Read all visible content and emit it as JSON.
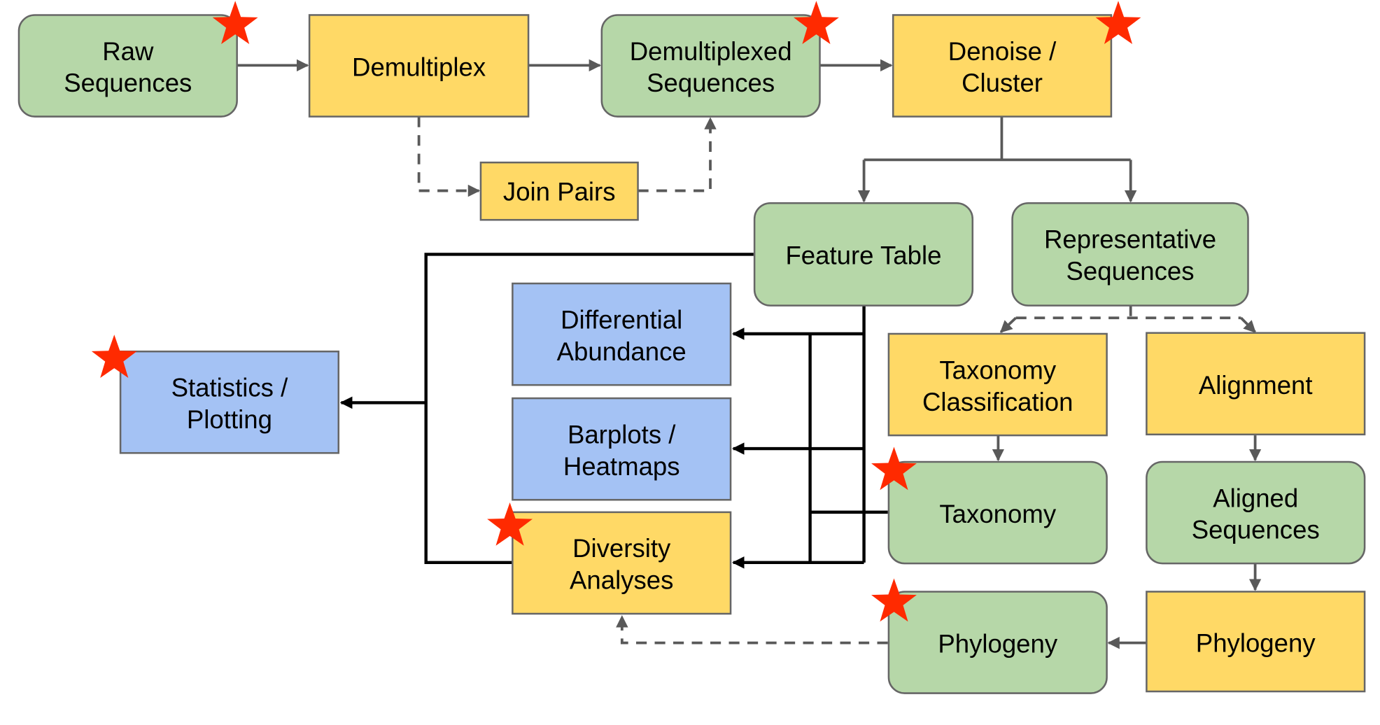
{
  "diagram": {
    "colors": {
      "artifact": "#b6d7a8",
      "action": "#ffd966",
      "visualization": "#a4c2f4",
      "star": "#ff2a00",
      "connector": "#595959",
      "analysis_connector": "#000000"
    },
    "nodes": {
      "raw_sequences": {
        "lines": [
          "Raw",
          "Sequences"
        ],
        "type": "artifact",
        "starred": true
      },
      "demultiplex": {
        "lines": [
          "Demultiplex"
        ],
        "type": "action",
        "starred": false
      },
      "join_pairs": {
        "lines": [
          "Join Pairs"
        ],
        "type": "action",
        "starred": false
      },
      "demultiplexed_sequences": {
        "lines": [
          "Demultiplexed",
          "Sequences"
        ],
        "type": "artifact",
        "starred": true
      },
      "denoise_cluster": {
        "lines": [
          "Denoise /",
          "Cluster"
        ],
        "type": "action",
        "starred": true
      },
      "feature_table": {
        "lines": [
          "Feature Table"
        ],
        "type": "artifact",
        "starred": false
      },
      "representative_sequences": {
        "lines": [
          "Representative",
          "Sequences"
        ],
        "type": "artifact",
        "starred": false
      },
      "differential_abundance": {
        "lines": [
          "Differential",
          "Abundance"
        ],
        "type": "visualization",
        "starred": false
      },
      "barplots_heatmaps": {
        "lines": [
          "Barplots /",
          "Heatmaps"
        ],
        "type": "visualization",
        "starred": false
      },
      "diversity_analyses": {
        "lines": [
          "Diversity",
          "Analyses"
        ],
        "type": "action",
        "starred": true
      },
      "statistics_plotting": {
        "lines": [
          "Statistics /",
          "Plotting"
        ],
        "type": "visualization",
        "starred": true
      },
      "taxonomy_classification": {
        "lines": [
          "Taxonomy",
          "Classification"
        ],
        "type": "action",
        "starred": false
      },
      "taxonomy": {
        "lines": [
          "Taxonomy"
        ],
        "type": "artifact",
        "starred": true
      },
      "alignment": {
        "lines": [
          "Alignment"
        ],
        "type": "action",
        "starred": false
      },
      "aligned_sequences": {
        "lines": [
          "Aligned",
          "Sequences"
        ],
        "type": "artifact",
        "starred": false
      },
      "phylogeny_action": {
        "lines": [
          "Phylogeny"
        ],
        "type": "action",
        "starred": false
      },
      "phylogeny_artifact": {
        "lines": [
          "Phylogeny"
        ],
        "type": "artifact",
        "starred": true
      }
    },
    "edges": [
      {
        "from": "raw_sequences",
        "to": "demultiplex",
        "style": "solid"
      },
      {
        "from": "demultiplex",
        "to": "demultiplexed_sequences",
        "style": "solid"
      },
      {
        "from": "demultiplex",
        "to": "join_pairs",
        "style": "dashed"
      },
      {
        "from": "join_pairs",
        "to": "demultiplexed_sequences",
        "style": "dashed"
      },
      {
        "from": "demultiplexed_sequences",
        "to": "denoise_cluster",
        "style": "solid"
      },
      {
        "from": "denoise_cluster",
        "to": "feature_table",
        "style": "solid"
      },
      {
        "from": "denoise_cluster",
        "to": "representative_sequences",
        "style": "solid"
      },
      {
        "from": "representative_sequences",
        "to": "taxonomy_classification",
        "style": "dashed"
      },
      {
        "from": "representative_sequences",
        "to": "alignment",
        "style": "dashed"
      },
      {
        "from": "taxonomy_classification",
        "to": "taxonomy",
        "style": "solid"
      },
      {
        "from": "alignment",
        "to": "aligned_sequences",
        "style": "solid"
      },
      {
        "from": "aligned_sequences",
        "to": "phylogeny_action",
        "style": "solid"
      },
      {
        "from": "phylogeny_action",
        "to": "phylogeny_artifact",
        "style": "solid"
      },
      {
        "from": "phylogeny_artifact",
        "to": "diversity_analyses",
        "style": "dashed"
      },
      {
        "from": "feature_table",
        "to": "differential_abundance",
        "style": "solid-black"
      },
      {
        "from": "feature_table",
        "to": "barplots_heatmaps",
        "style": "solid-black"
      },
      {
        "from": "feature_table",
        "to": "diversity_analyses",
        "style": "solid-black"
      },
      {
        "from": "feature_table",
        "to": "statistics_plotting",
        "style": "solid-black"
      },
      {
        "from": "taxonomy",
        "to": "differential_abundance",
        "style": "solid-black"
      },
      {
        "from": "taxonomy",
        "to": "barplots_heatmaps",
        "style": "solid-black"
      },
      {
        "from": "taxonomy",
        "to": "diversity_analyses",
        "style": "solid-black"
      },
      {
        "from": "diversity_analyses",
        "to": "statistics_plotting",
        "style": "solid-black"
      }
    ]
  }
}
